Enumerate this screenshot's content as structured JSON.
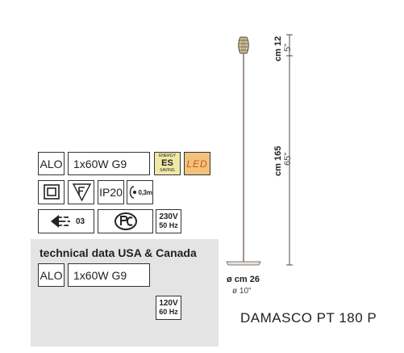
{
  "specs": {
    "lamp_type": "ALO",
    "bulb": "1x60W G9",
    "energy_label": {
      "line1": "ENERGY",
      "big": "ES",
      "line2": "SAVING"
    },
    "led_label": "LED",
    "ip_rating": "IP20",
    "distance": "0,3m",
    "voltage_eu": {
      "v": "230V",
      "hz": "50 Hz"
    },
    "class_code": "03"
  },
  "usa": {
    "title": "technical data USA & Canada",
    "lamp_type": "ALO",
    "bulb": "1x60W G9",
    "voltage": {
      "v": "120V",
      "hz": "60 Hz"
    }
  },
  "dimensions": {
    "shade_cm": "cm 12",
    "shade_in": "5\"",
    "height_cm": "cm 165",
    "height_in": "65\"",
    "base_cm": "ø cm 26",
    "base_in": "ø 10\""
  },
  "product": {
    "model": "DAMASCO PT 180 P"
  },
  "colors": {
    "led_bg": "#f3c27a",
    "led_text": "#cc5a1e",
    "energy_bg": "#efe9a6",
    "panel_bg": "#e4e4e4"
  }
}
